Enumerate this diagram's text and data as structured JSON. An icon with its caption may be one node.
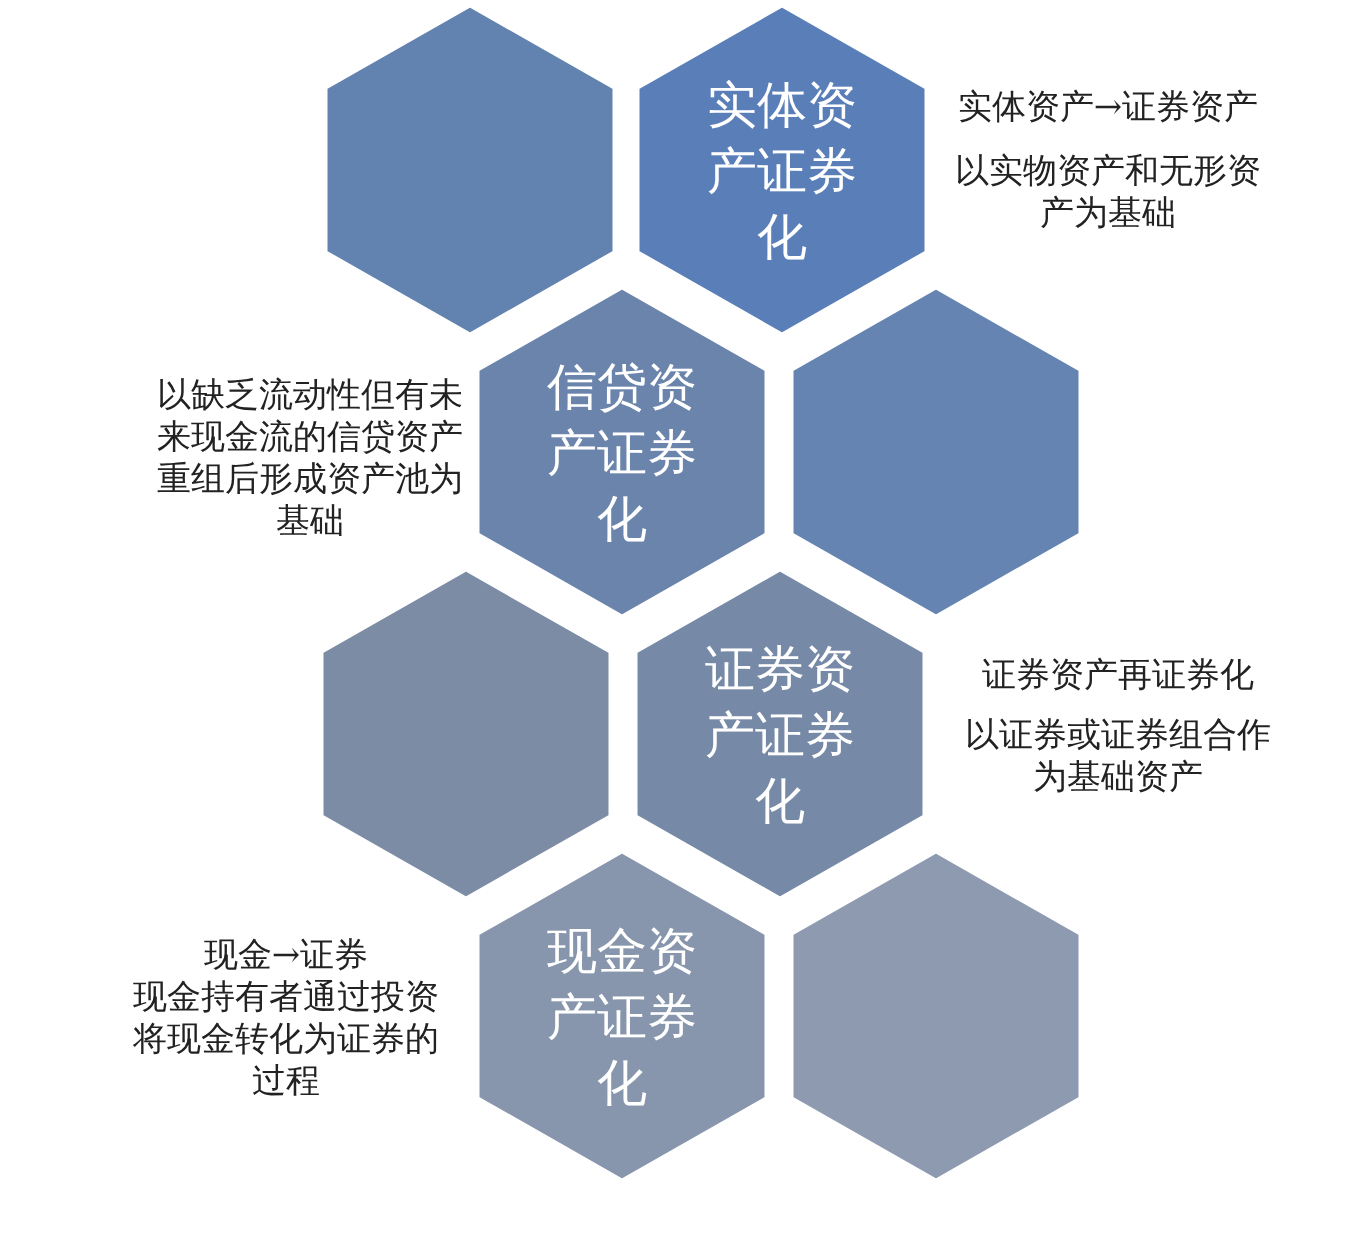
{
  "diagram": {
    "nodes": [
      {
        "text": [],
        "shape": "hexagon"
      },
      {
        "text": [
          "实体资产证券化"
        ],
        "beside": [
          "实体资产→证券资产",
          "以实物资产和无形资产为基础"
        ]
      },
      {
        "text": [
          "信贷资产证券化"
        ],
        "beside": [
          "以缺乏流动性但有未来现金流的信贷资产重组后形成资产池为基础"
        ]
      },
      {
        "text": [],
        "shape": "hexagon"
      },
      {
        "text": [],
        "shape": "hexagon"
      },
      {
        "text": [
          "证券资产证券化"
        ],
        "beside": [
          "证券资产再证券化",
          "以证券或证券组合作为基础资产"
        ]
      },
      {
        "text": [
          "现金资产证券化"
        ],
        "beside": [
          "现金→证券",
          "现金持有者通过投资将现金转化为证券的过程"
        ]
      },
      {
        "text": [],
        "shape": "hexagon"
      }
    ]
  }
}
